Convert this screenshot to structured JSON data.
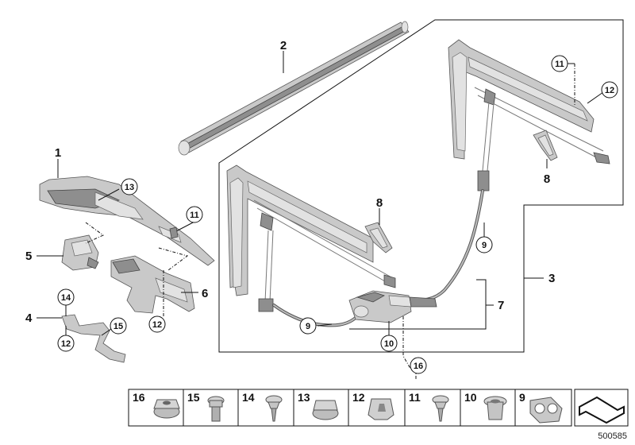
{
  "callouts": {
    "c1": "1",
    "c2": "2",
    "c3": "3",
    "c4": "4",
    "c5": "5",
    "c6": "6",
    "c7": "7",
    "c8a": "8",
    "c8b": "8"
  },
  "circled": {
    "c9a": "9",
    "c9b": "9",
    "c10": "10",
    "c11a": "11",
    "c11b": "11",
    "c12a": "12",
    "c12b": "12",
    "c12c": "12",
    "c13": "13",
    "c14": "14",
    "c15": "15",
    "c16": "16"
  },
  "legend": [
    "16",
    "15",
    "14",
    "13",
    "12",
    "11",
    "10",
    "9"
  ],
  "diagram_id": "500585"
}
